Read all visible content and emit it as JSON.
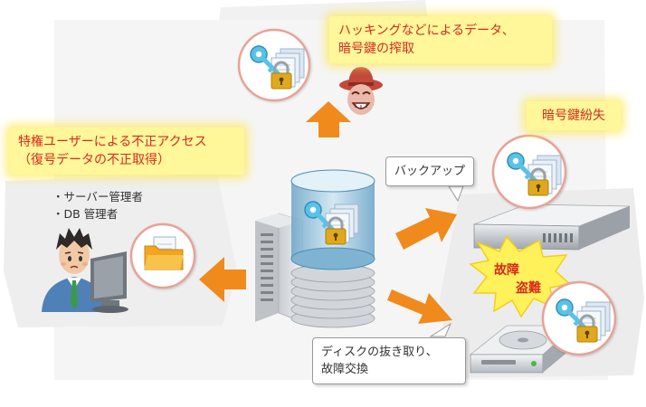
{
  "callouts": {
    "hacking": "ハッキングなどによるデータ、\n暗号鍵の搾取",
    "key_lost": "暗号鍵紛失",
    "insider": "特権ユーザーによる不正アクセス\n（復号データの不正取得）"
  },
  "bubbles": {
    "backup": "バックアップ",
    "disk_removal": "ディスクの抜き取り、\n故障交換"
  },
  "admins": {
    "item1": "・サーバー管理者",
    "item2": "・DB 管理者"
  },
  "burst": {
    "failure": "故障",
    "theft": "盗難"
  },
  "colors": {
    "arrow_orange": "#f08a1c",
    "callout_yellow": "#fff79a",
    "alert_red": "#d52b1e",
    "key_blue": "#5bc2e7",
    "lock_gold": "#e0a81c",
    "background_blob": "#f1f1f1"
  },
  "icons": [
    "key-icon",
    "lock-icon",
    "document-icon",
    "hacker-icon",
    "folder-icon",
    "database-icon",
    "server-icon",
    "rack-server-icon",
    "hard-disk-icon",
    "user-icon",
    "monitor-icon"
  ]
}
